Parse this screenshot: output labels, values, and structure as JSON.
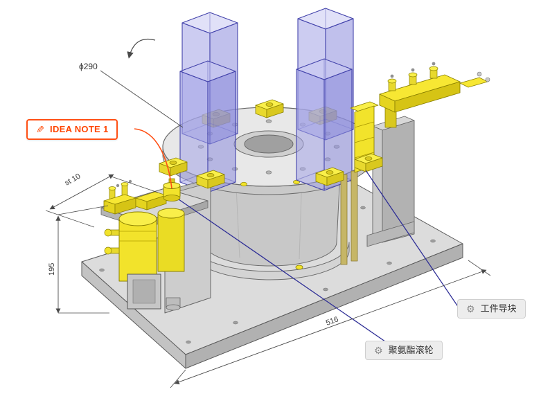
{
  "callouts": {
    "idea_note": {
      "label": "IDEA NOTE 1",
      "icon": "pencil-icon"
    },
    "workpiece_guide": {
      "label": "工件导块",
      "icon": "gear-icon"
    },
    "pu_roller": {
      "label": "聚氨酯滚轮",
      "icon": "gear-icon"
    }
  },
  "icons": {
    "pencil": "✎",
    "gear": "⚙"
  },
  "dimensions": {
    "diameter": "ϕ290",
    "stroke": "st 10",
    "height": "195",
    "length": "516"
  },
  "colors": {
    "accent_orange": "#ff4f14",
    "leader_navy": "#2e2e96",
    "part_yellow": "#f2e32b",
    "column_blue": "#9a9ae0",
    "plate_gray": "#dcdcdc"
  }
}
